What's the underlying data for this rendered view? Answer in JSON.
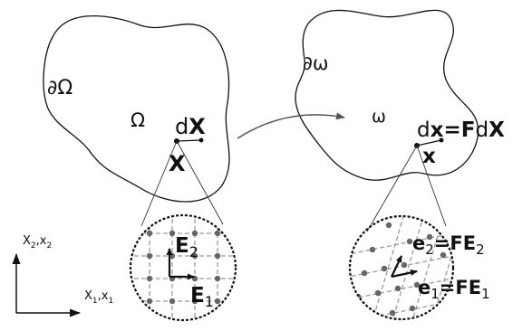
{
  "reference": {
    "boundary_label": "∂Ω",
    "domain_label": "Ω",
    "element_label": {
      "prefix": "d",
      "bold": "X"
    },
    "point_label": "X"
  },
  "current": {
    "boundary_label": "∂ω",
    "domain_label": "ω",
    "element_label": {
      "prefix": "d",
      "bold": "x",
      "eq": "=",
      "F": "F",
      "d": "d",
      "X": "X"
    },
    "point_label": "x"
  },
  "axes": {
    "vertical_label": {
      "a": "X",
      "a_sub": "2",
      "sep": ",",
      "b": "x",
      "b_sub": "2"
    },
    "horizontal_label": {
      "a": "X",
      "a_sub": "1",
      "sep": ",",
      "b": "x",
      "b_sub": "1"
    }
  },
  "reference_basis": {
    "e2": {
      "base": "E",
      "sub": "2"
    },
    "e1": {
      "base": "E",
      "sub": "1"
    }
  },
  "current_basis": {
    "e2": {
      "base": "e",
      "sub": "2",
      "eq": "=",
      "F": "F",
      "E": "E",
      "Esub": "2"
    },
    "e1": {
      "base": "e",
      "sub": "1",
      "eq": "=",
      "F": "F",
      "E": "E",
      "Esub": "1"
    }
  },
  "colors": {
    "ink": "#111111",
    "grid": "#9a9a9a",
    "node": "#666666",
    "arrow": "#555555"
  }
}
